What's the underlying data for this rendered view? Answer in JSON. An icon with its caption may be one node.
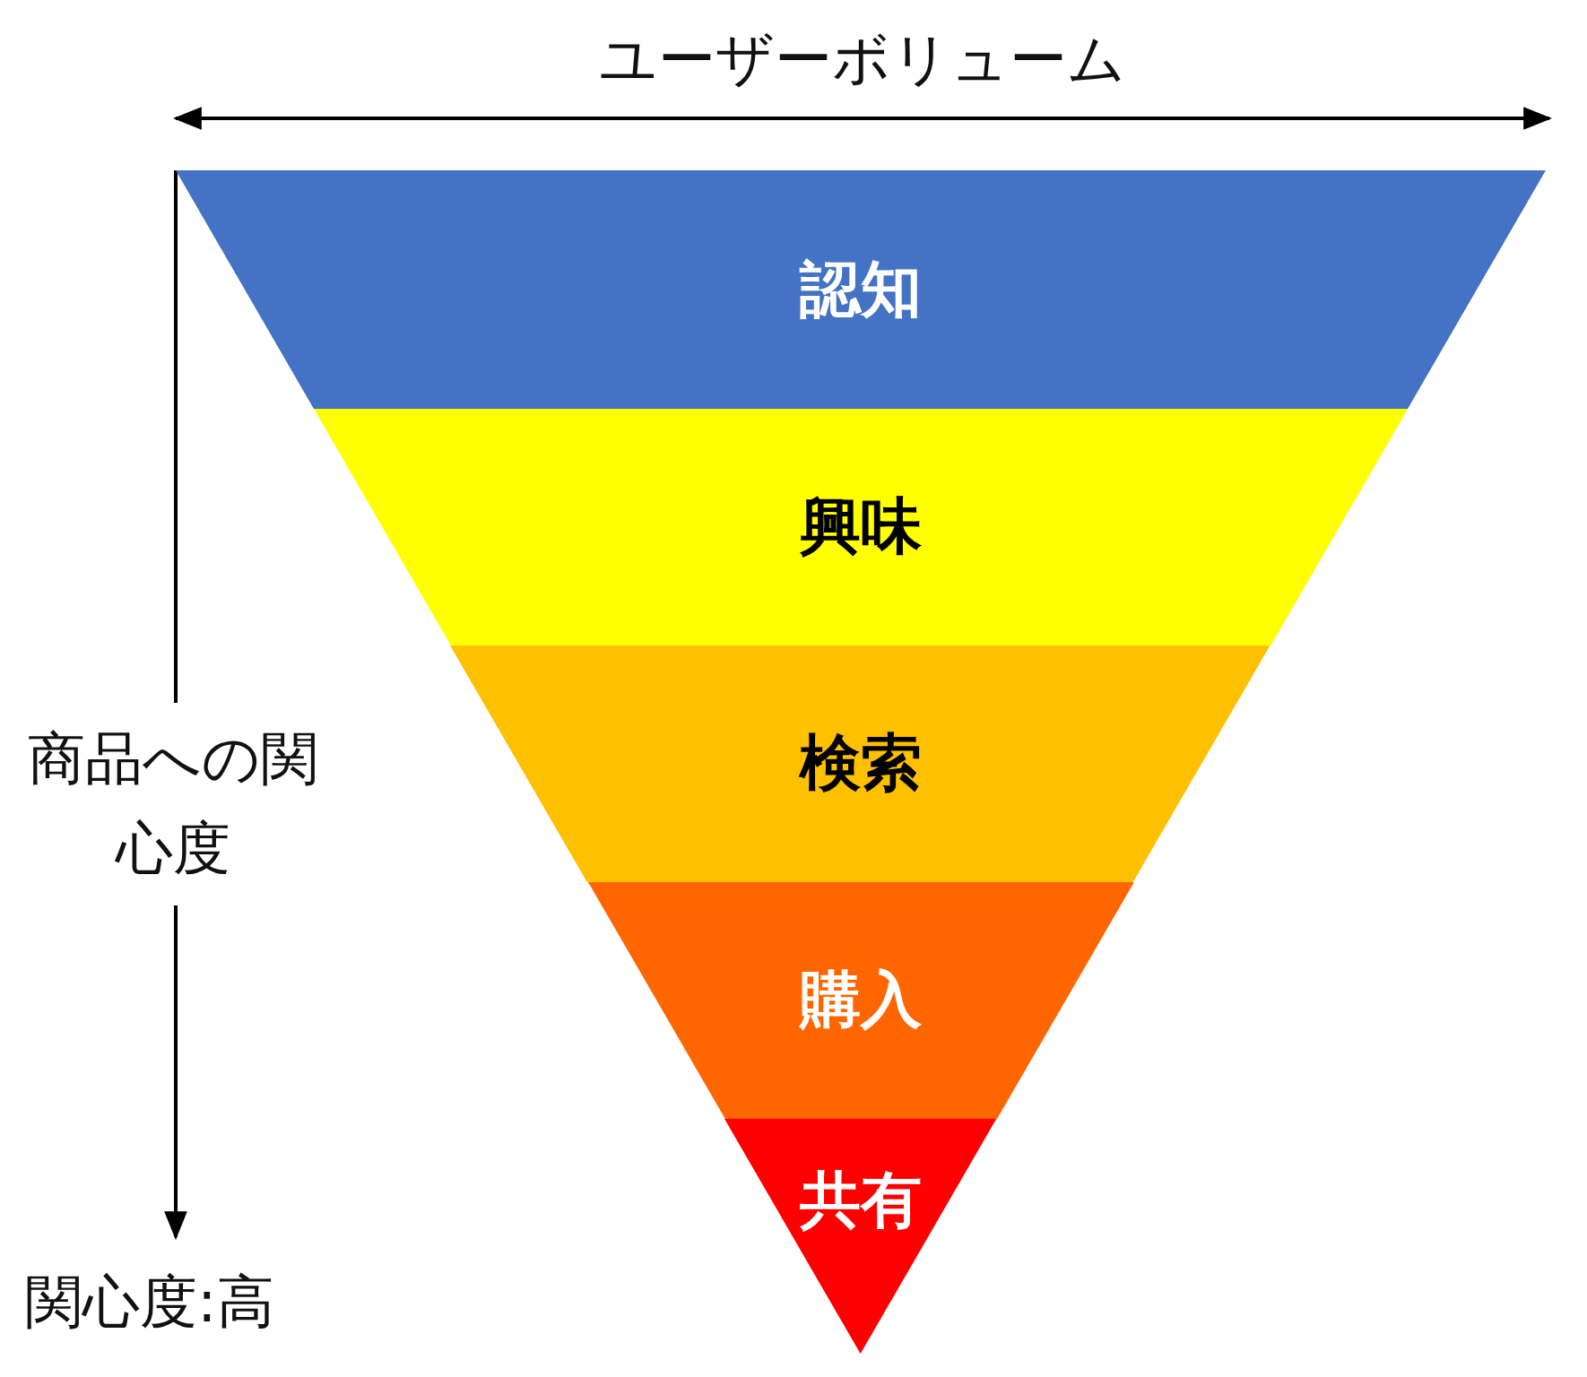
{
  "diagram": {
    "nodes": [
      {
        "text": [
          "認知"
        ]
      },
      {
        "text": [
          "興味"
        ]
      },
      {
        "text": [
          "検索"
        ]
      },
      {
        "text": [
          "購入"
        ]
      },
      {
        "text": [
          "共有"
        ]
      }
    ],
    "labels": [
      "ユーザーボリューム",
      "商品への関心度",
      "関心度:高"
    ]
  }
}
